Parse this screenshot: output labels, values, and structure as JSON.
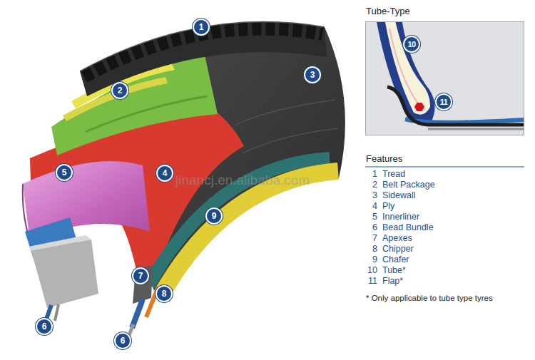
{
  "diagram": {
    "nodes": [
      {
        "text": [
          "Tube-Type"
        ]
      }
    ],
    "labels": [
      "1",
      "2",
      "3",
      "5",
      "4",
      "9",
      "7",
      "8",
      "6",
      "6",
      "10",
      "11",
      "Features",
      "1",
      "Tread",
      "2",
      "Belt Package",
      "3",
      "Sidewall",
      "4",
      "Ply",
      "5",
      "Innerliner",
      "6",
      "Bead Bundle",
      "7",
      "Apexes",
      "8",
      "Chipper",
      "9",
      "Chafer",
      "10",
      "Tube*",
      "11",
      "Flap*",
      "* Only applicable to tube type tyres",
      "jinancj.en.alibaba.com"
    ]
  }
}
